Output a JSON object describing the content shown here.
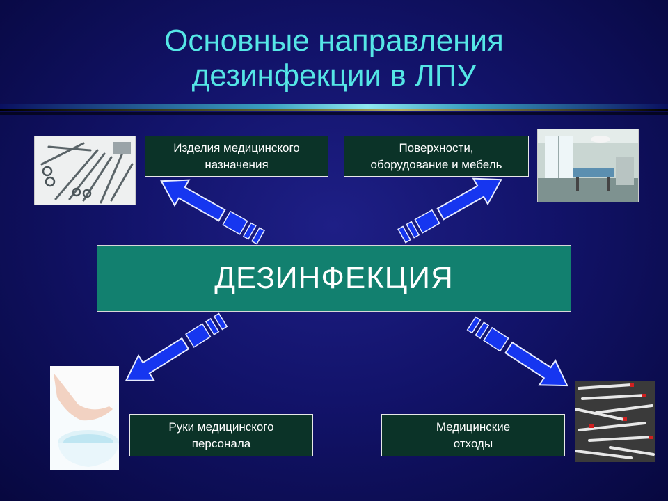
{
  "title": {
    "line1": "Основные направления",
    "line2": "дезинфекции в ЛПУ"
  },
  "center": {
    "label": "ДЕЗИНФЕКЦИЯ"
  },
  "boxes": {
    "top_left": "Изделия медицинского\nназначения",
    "top_right": "Поверхности,\nоборудование и мебель",
    "bottom_left": "Руки медицинского\nперсонала",
    "bottom_right": "Медицинские\nотходы"
  },
  "images": {
    "top_left": "surgical-instruments-photo",
    "top_right": "hospital-room-photo",
    "bottom_left": "hands-washing-photo",
    "bottom_right": "syringes-waste-photo"
  },
  "colors": {
    "title": "#55e6e6",
    "arrow": "#1636f0",
    "center_fill": "#12806f",
    "box_fill": "#0b3328"
  }
}
